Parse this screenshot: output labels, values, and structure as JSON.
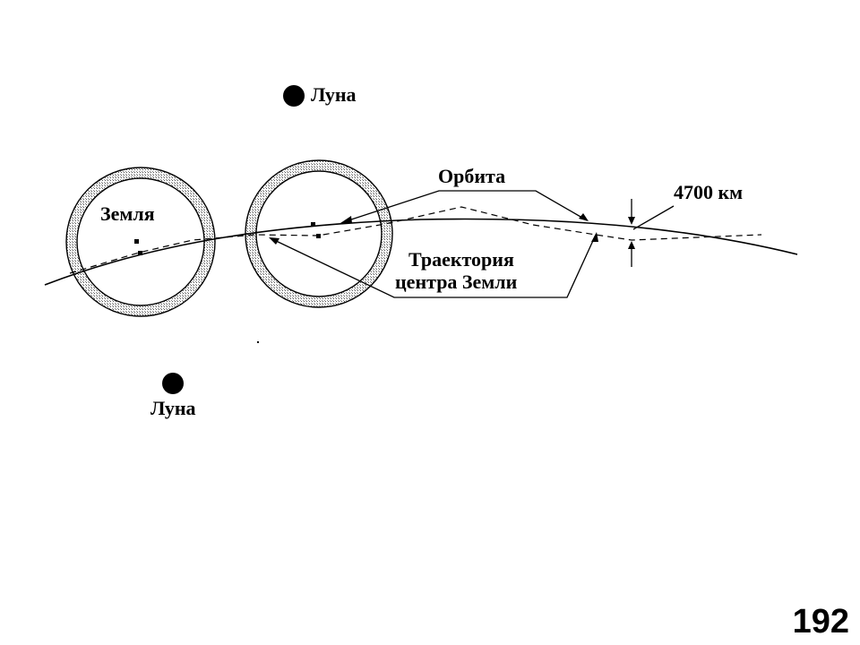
{
  "labels": {
    "moon_top": "Луна",
    "moon_bottom": "Луна",
    "earth": "Земля",
    "orbit": "Орбита",
    "distance": "4700 км",
    "trajectory_line1": "Траектория",
    "trajectory_line2": "центра Земли"
  },
  "page_number": "192",
  "colors": {
    "ink": "#000000",
    "ring_fill": "#c8c8c8",
    "background": "#ffffff"
  }
}
